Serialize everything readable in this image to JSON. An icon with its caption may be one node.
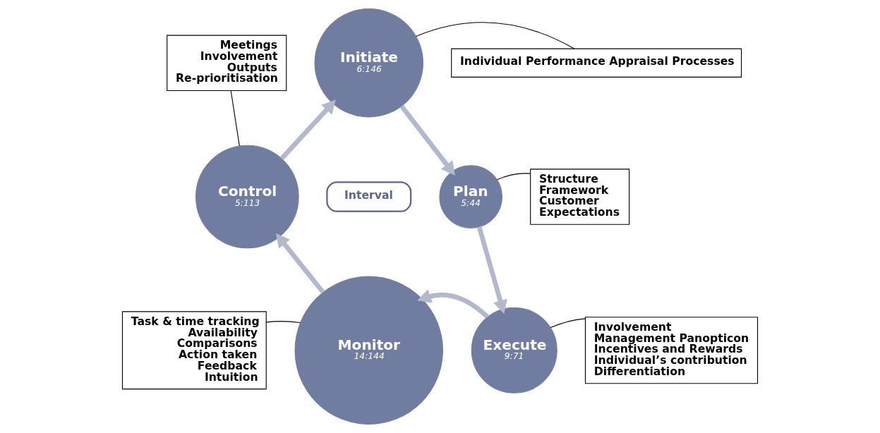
{
  "diagram": {
    "nodes": [
      {
        "text": [
          "Meetings",
          "Involvement",
          "Outputs",
          "Re-prioritisation"
        ]
      },
      {
        "text": [
          "Initiate",
          "6:146"
        ]
      },
      {
        "text": [
          "Individual Performance Appraisal Processes"
        ]
      },
      {
        "text": [
          "Structure",
          "Framework",
          "Customer",
          "Expectations"
        ]
      },
      {
        "text": [
          "Control",
          "5:113"
        ]
      },
      {
        "text": [
          "Plan",
          "5:44"
        ]
      },
      {
        "text": [
          "Interval"
        ]
      },
      {
        "text": [
          "Task & time tracking",
          "Availability",
          "Comparisons",
          "Action taken",
          "Feedback",
          "Intuition"
        ]
      },
      {
        "text": [
          "Execute",
          "9:71"
        ]
      },
      {
        "text": [
          "Involvement",
          "Management Panopticon",
          "Incentives and Rewards",
          "Individual’s contribution",
          "Differentiation"
        ]
      },
      {
        "text": [
          "Monitor",
          "14:144"
        ]
      }
    ],
    "edges": [
      {
        "from": 1,
        "to": 5,
        "arrow": "to",
        "style": "thick"
      },
      {
        "from": 5,
        "to": 8,
        "arrow": "to",
        "style": "thick"
      },
      {
        "from": 8,
        "to": 10,
        "arrow": "to",
        "style": "thick"
      },
      {
        "from": 10,
        "to": 4,
        "arrow": "to",
        "style": "thick"
      },
      {
        "from": 4,
        "to": 1,
        "arrow": "to",
        "style": "thick"
      },
      {
        "from": 0,
        "to": 4,
        "arrow": "none",
        "color": "#000000"
      },
      {
        "from": 2,
        "to": 1,
        "arrow": "none",
        "color": "#000000"
      },
      {
        "from": 3,
        "to": 5,
        "arrow": "none",
        "color": "#000000"
      },
      {
        "from": 7,
        "to": 10,
        "arrow": "none",
        "color": "#000000"
      },
      {
        "from": 9,
        "to": 8,
        "arrow": "none",
        "color": "#000000"
      }
    ]
  }
}
